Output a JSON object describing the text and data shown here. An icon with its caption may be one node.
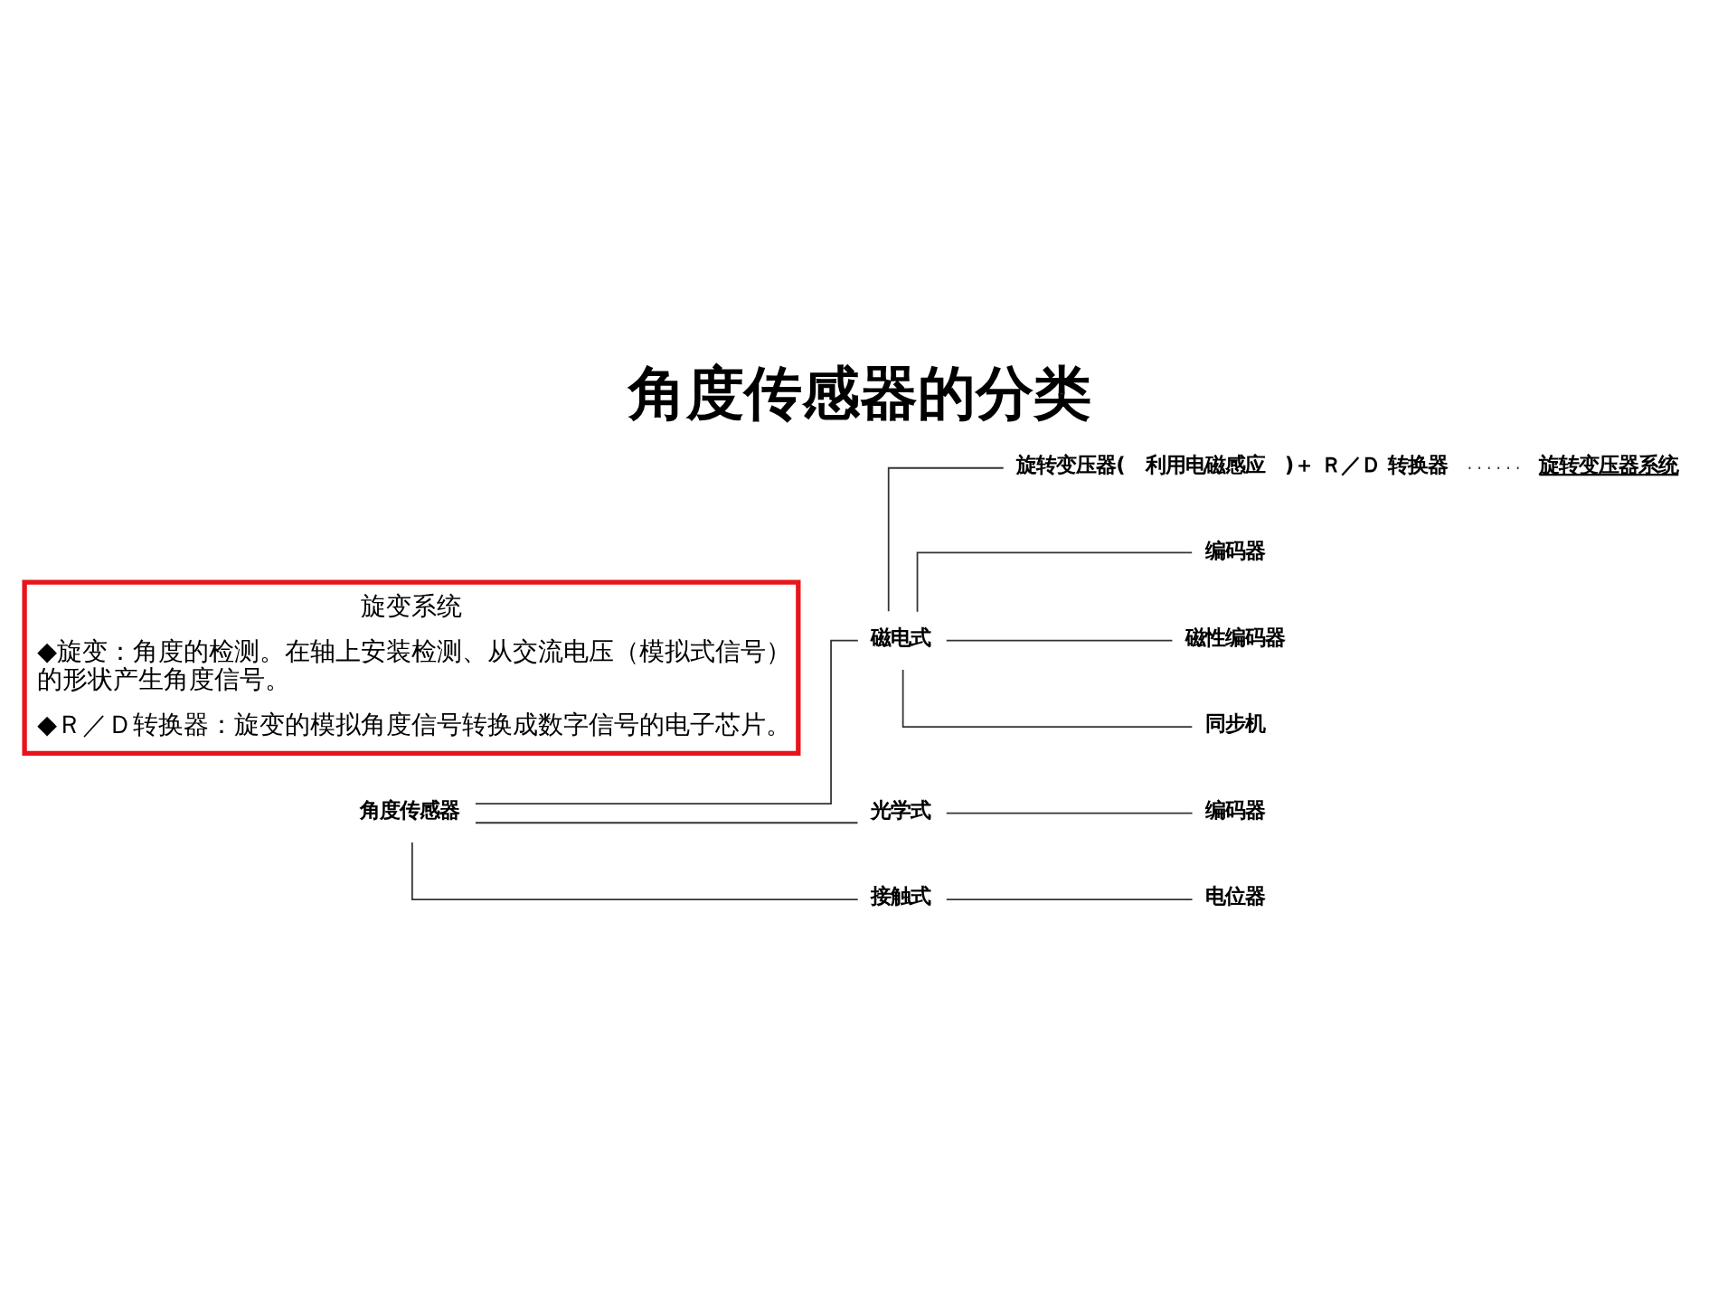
{
  "diagram": {
    "title": "角度传感器的分类",
    "nodes": [
      {
        "text": [
          "角度传感器"
        ]
      },
      {
        "text": [
          "磁电式"
        ]
      },
      {
        "text": [
          "旋转变压器(　利用电磁感应　)＋ Ｒ／Ｄ 转换器"
        ]
      },
      {
        "text": [
          "旋转变压器系统"
        ]
      },
      {
        "text": [
          "编码器"
        ]
      },
      {
        "text": [
          "磁性编码器"
        ]
      },
      {
        "text": [
          "同步机"
        ]
      },
      {
        "text": [
          "光学式"
        ]
      },
      {
        "text": [
          "编码器"
        ]
      },
      {
        "text": [
          "接触式"
        ]
      },
      {
        "text": [
          "电位器"
        ]
      },
      {
        "text": [
          "旋变系统",
          "◆旋变：角度的检测。在轴上安装检测、从交流电压（模拟式信号）的形状产生角度信号。",
          "◆Ｒ／Ｄ转换器：旋变的模拟角度信号转换成数字信号的电子芯片。"
        ]
      }
    ],
    "edges": [
      {
        "from": 0,
        "to": 1,
        "arrow": "none"
      },
      {
        "from": 0,
        "to": 7,
        "arrow": "none"
      },
      {
        "from": 0,
        "to": 9,
        "arrow": "none"
      },
      {
        "from": 1,
        "to": 2,
        "arrow": "none"
      },
      {
        "from": 1,
        "to": 4,
        "arrow": "none"
      },
      {
        "from": 1,
        "to": 5,
        "arrow": "none"
      },
      {
        "from": 1,
        "to": 6,
        "arrow": "none"
      },
      {
        "from": 7,
        "to": 8,
        "arrow": "none"
      },
      {
        "from": 9,
        "to": 10,
        "arrow": "none"
      },
      {
        "from": 2,
        "to": 3,
        "arrow": "none",
        "style": "dashed"
      }
    ]
  }
}
